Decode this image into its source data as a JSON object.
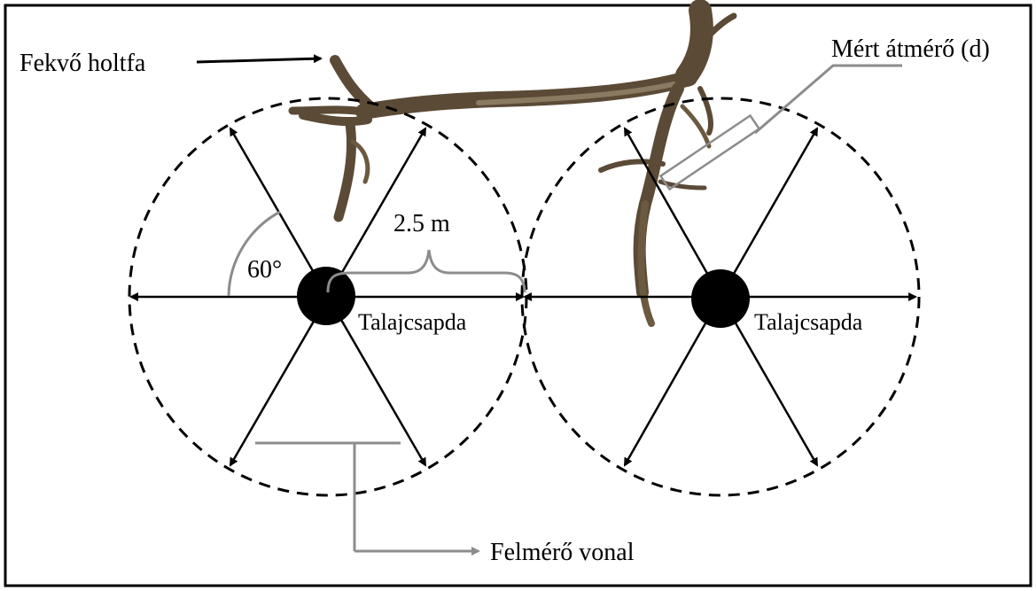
{
  "labels": {
    "dead_wood": "Fekvő holtfa",
    "measured_diameter": "Mért átmérő (d)",
    "radius": "2.5 m",
    "angle": "60°",
    "trap_left": "Talajcsapda",
    "trap_right": "Talajcsapda",
    "survey_line": "Felmérő vonal"
  },
  "colors": {
    "line": "#000000",
    "callout": "#8c8c8c",
    "branch": "#5b4a36",
    "branch_light": "#8a7a62"
  }
}
